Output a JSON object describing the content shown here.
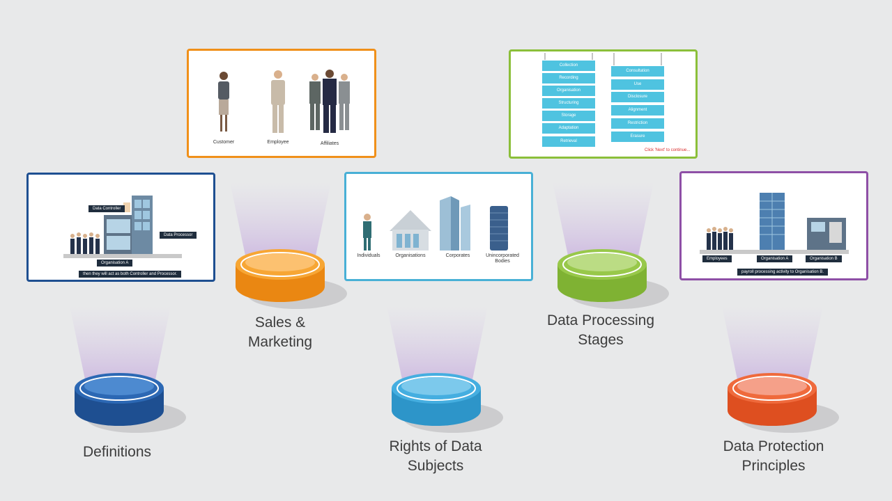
{
  "colors": {
    "definitions": "#1e4f91",
    "sales": "#f0901a",
    "rights": "#3aa3d4",
    "processing": "#8bbf3a",
    "principles": "#e55a2a",
    "card_definitions": "#1e4f91",
    "card_sales": "#f0901a",
    "card_rights": "#48b0d6",
    "card_processing": "#8bbf3a",
    "card_principles": "#8e4fa6"
  },
  "buttons": {
    "definitions": {
      "line1": "Definitions",
      "line2": ""
    },
    "sales": {
      "line1": "Sales &",
      "line2": "Marketing"
    },
    "rights": {
      "line1": "Rights of Data",
      "line2": "Subjects"
    },
    "processing": {
      "line1": "Data Processing",
      "line2": "Stages"
    },
    "principles": {
      "line1": "Data Protection",
      "line2": "Principles"
    }
  },
  "card_definitions": {
    "data_controller": "Data Controller",
    "data_processor": "Data Processor",
    "organisation_a": "Organisation A",
    "caption": "then they will act as both Controller and Processor."
  },
  "card_sales": {
    "labels": [
      "Customer",
      "Employee",
      "Affiliates"
    ]
  },
  "card_rights": {
    "labels": [
      "Individuals",
      "Organisations",
      "Corporates",
      "Unincorporated Bodies"
    ]
  },
  "card_processing": {
    "left_steps": [
      "Collection",
      "Recording",
      "Organisation",
      "Structuring",
      "Storage",
      "Adaptation",
      "Retrieval"
    ],
    "right_steps": [
      "Consultation",
      "Use",
      "Disclosure",
      "Alignment",
      "Restriction",
      "Erasure"
    ],
    "continue_text": "Click 'Next' to continue..."
  },
  "card_principles": {
    "employees": "Employees",
    "organisation_a": "Organisation A",
    "organisation_b": "Organisation B",
    "caption": "payroll processing activity to Organisation B."
  }
}
